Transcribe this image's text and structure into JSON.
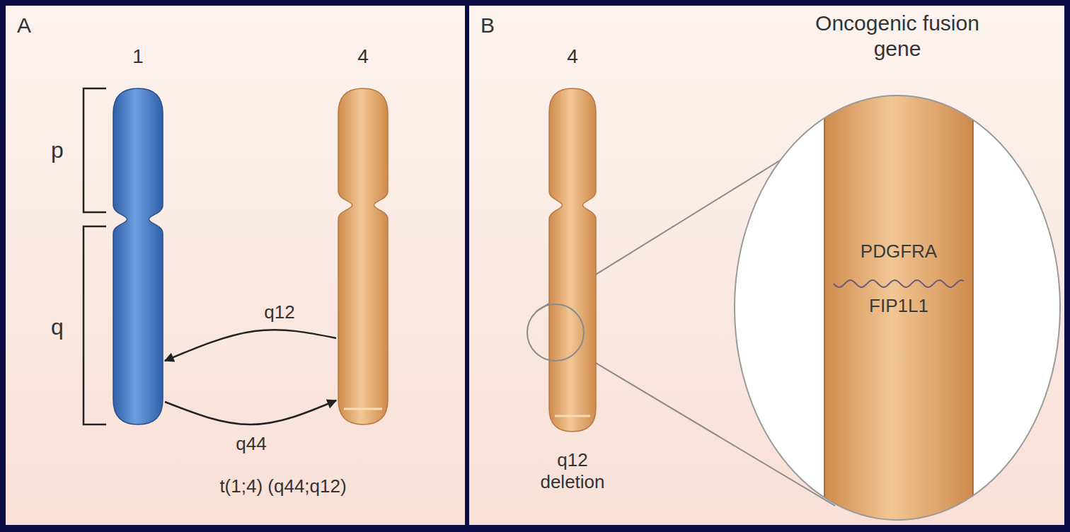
{
  "diagram": {
    "nodes": [
      {
        "text": [
          "A"
        ]
      },
      {
        "text": [
          "1"
        ],
        "in": 0
      },
      {
        "text": [
          "4"
        ],
        "in": 0
      },
      {
        "text": [
          "B"
        ]
      },
      {
        "text": [
          "4",
          "q12 deletion"
        ],
        "in": 3
      },
      {
        "text": [
          "Oncogenic fusion gene",
          "PDGFRA",
          "FIP1L1"
        ],
        "in": 3
      }
    ],
    "edges": [
      {
        "from": 2,
        "to": 1,
        "label": "q12",
        "arrow": "to"
      },
      {
        "from": 1,
        "to": 2,
        "label": "q44",
        "arrow": "to"
      }
    ],
    "labels": [
      "p",
      "q",
      "t(1;4) (q44;q12)"
    ]
  }
}
